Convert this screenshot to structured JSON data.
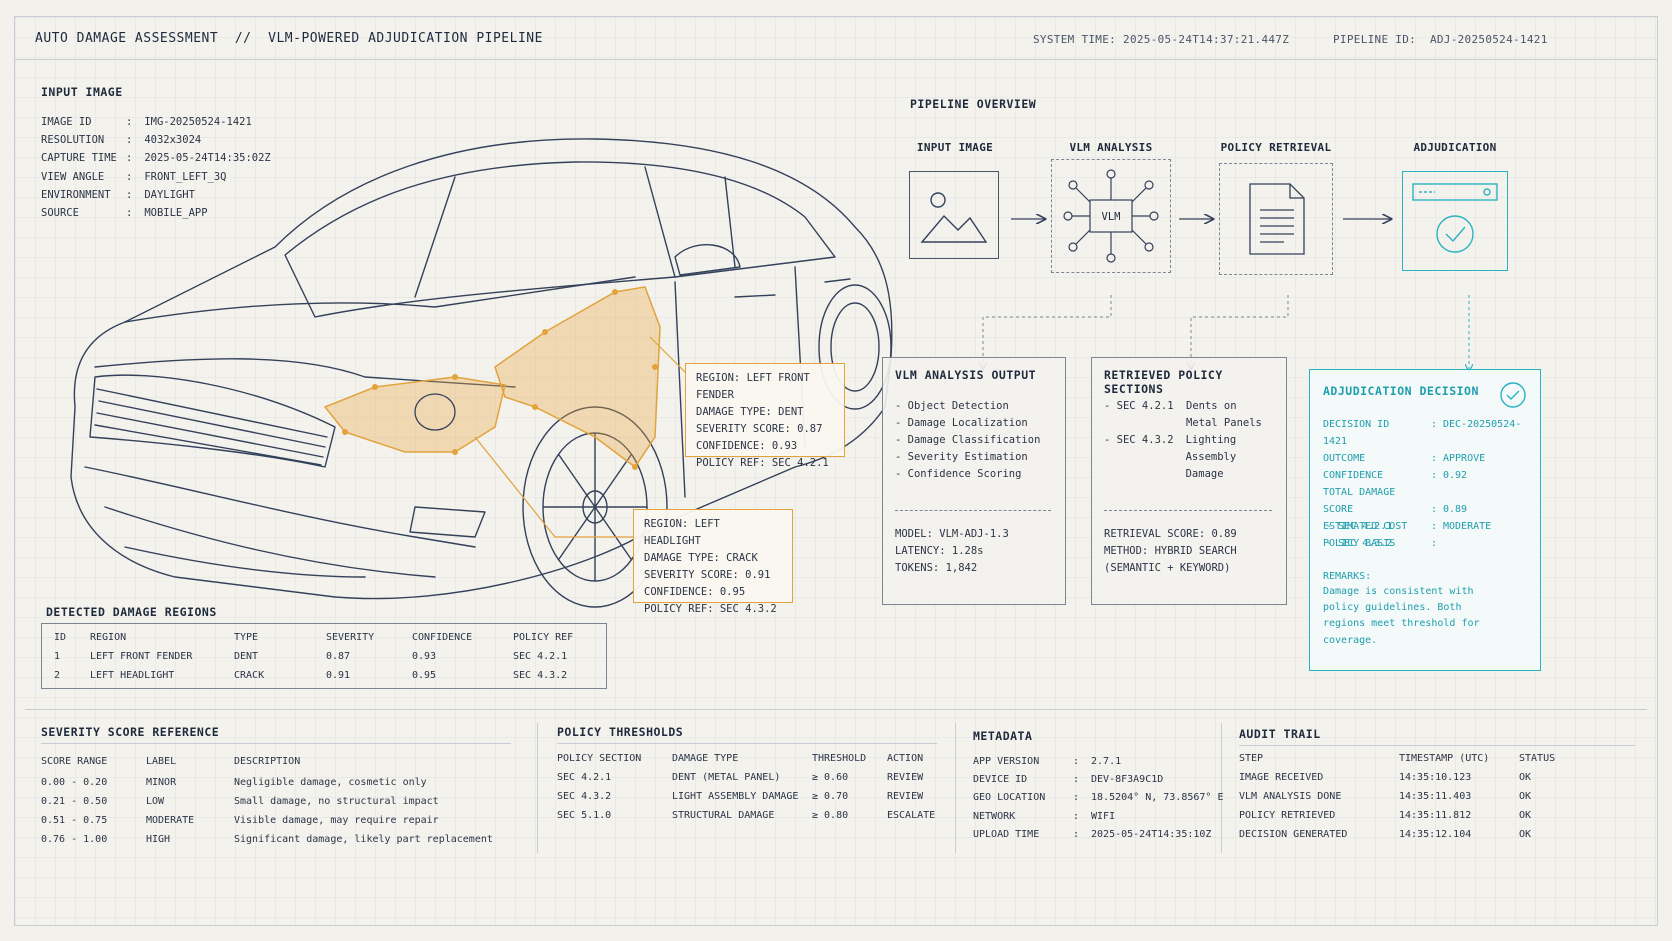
{
  "header": {
    "title": "AUTO DAMAGE ASSESSMENT  //  VLM-POWERED ADJUDICATION PIPELINE",
    "system_time_label": "SYSTEM TIME:",
    "system_time": "2025-05-24T14:37:21.447Z",
    "pipeline_id_label": "PIPELINE ID:",
    "pipeline_id": "ADJ-20250524-1421"
  },
  "input_image": {
    "title": "INPUT IMAGE",
    "fields": [
      {
        "key": "IMAGE ID",
        "value": "IMG-20250524-1421"
      },
      {
        "key": "RESOLUTION",
        "value": "4032x3024"
      },
      {
        "key": "CAPTURE TIME",
        "value": "2025-05-24T14:35:02Z"
      },
      {
        "key": "VIEW ANGLE",
        "value": "FRONT_LEFT_3Q"
      },
      {
        "key": "ENVIRONMENT",
        "value": "DAYLIGHT"
      },
      {
        "key": "SOURCE",
        "value": "MOBILE_APP"
      }
    ]
  },
  "callouts": {
    "fender": [
      "REGION: LEFT FRONT FENDER",
      "DAMAGE TYPE: DENT",
      "SEVERITY SCORE: 0.87",
      "CONFIDENCE: 0.93",
      "POLICY REF: SEC 4.2.1"
    ],
    "headlight": [
      "REGION: LEFT HEADLIGHT",
      "DAMAGE TYPE: CRACK",
      "SEVERITY SCORE: 0.91",
      "CONFIDENCE: 0.95",
      "POLICY REF: SEC 4.3.2"
    ]
  },
  "detected_regions": {
    "title": "DETECTED DAMAGE REGIONS",
    "headers": [
      "ID",
      "REGION",
      "TYPE",
      "SEVERITY",
      "CONFIDENCE",
      "POLICY REF"
    ],
    "rows": [
      [
        "1",
        "LEFT FRONT FENDER",
        "DENT",
        "0.87",
        "0.93",
        "SEC 4.2.1"
      ],
      [
        "2",
        "LEFT HEADLIGHT",
        "CRACK",
        "0.91",
        "0.95",
        "SEC 4.3.2"
      ]
    ]
  },
  "pipeline": {
    "title": "PIPELINE OVERVIEW",
    "steps": [
      "INPUT IMAGE",
      "VLM ANALYSIS",
      "POLICY RETRIEVAL",
      "ADJUDICATION"
    ],
    "vlm_chip_label": "VLM"
  },
  "vlm_output": {
    "title": "VLM ANALYSIS OUTPUT",
    "items": [
      "- Object Detection",
      "- Damage Localization",
      "- Damage Classification",
      "- Severity Estimation",
      "- Confidence Scoring"
    ],
    "meta": [
      "MODEL: VLM-ADJ-1.3",
      "LATENCY: 1.28s",
      "TOKENS: 1,842"
    ]
  },
  "policy_sections": {
    "title": "RETRIEVED POLICY SECTIONS",
    "items": [
      {
        "sec": "- SEC 4.2.1",
        "lines": [
          "Dents on",
          "Metal Panels"
        ]
      },
      {
        "sec": "- SEC 4.3.2",
        "lines": [
          "Lighting",
          "Assembly Damage"
        ]
      }
    ],
    "meta": [
      "RETRIEVAL SCORE: 0.89",
      "METHOD: HYBRID SEARCH",
      "(SEMANTIC + KEYWORD)"
    ]
  },
  "decision": {
    "title": "ADJUDICATION DECISION",
    "fields": [
      {
        "key": "DECISION ID",
        "value": "DEC-20250524-1421"
      },
      {
        "key": "OUTCOME",
        "value": "APPROVE"
      },
      {
        "key": "CONFIDENCE",
        "value": "0.92"
      },
      {
        "key": "TOTAL DAMAGE SCORE",
        "value": "0.89"
      },
      {
        "key": "ESTIMATED COST",
        "value": "MODERATE"
      },
      {
        "key": "POLICY BASIS",
        "value": ""
      }
    ],
    "basis": [
      "- SEC 4.2.1",
      "- SEC 4.3.2"
    ],
    "remarks_label": "REMARKS:",
    "remarks": [
      "Damage is consistent with",
      "policy guidelines. Both",
      "regions meet threshold for",
      "coverage."
    ]
  },
  "severity_ref": {
    "title": "SEVERITY SCORE REFERENCE",
    "headers": [
      "SCORE RANGE",
      "LABEL",
      "DESCRIPTION"
    ],
    "rows": [
      [
        "0.00 - 0.20",
        "MINOR",
        "Negligible damage, cosmetic only"
      ],
      [
        "0.21 - 0.50",
        "LOW",
        "Small damage, no structural impact"
      ],
      [
        "0.51 - 0.75",
        "MODERATE",
        "Visible damage, may require repair"
      ],
      [
        "0.76 - 1.00",
        "HIGH",
        "Significant damage, likely part replacement"
      ]
    ]
  },
  "thresholds": {
    "title": "POLICY THRESHOLDS",
    "headers": [
      "POLICY SECTION",
      "DAMAGE TYPE",
      "THRESHOLD",
      "ACTION"
    ],
    "rows": [
      [
        "SEC 4.2.1",
        "DENT (METAL PANEL)",
        "≥ 0.60",
        "REVIEW"
      ],
      [
        "SEC 4.3.2",
        "LIGHT ASSEMBLY DAMAGE",
        "≥ 0.70",
        "REVIEW"
      ],
      [
        "SEC 5.1.0",
        "STRUCTURAL DAMAGE",
        "≥ 0.80",
        "ESCALATE"
      ]
    ]
  },
  "metadata": {
    "title": "METADATA",
    "fields": [
      {
        "key": "APP VERSION",
        "value": "2.7.1"
      },
      {
        "key": "DEVICE ID",
        "value": "DEV-8F3A9C1D"
      },
      {
        "key": "GEO LOCATION",
        "value": "18.5204° N, 73.8567° E"
      },
      {
        "key": "NETWORK",
        "value": "WIFI"
      },
      {
        "key": "UPLOAD TIME",
        "value": "2025-05-24T14:35:10Z"
      }
    ]
  },
  "audit": {
    "title": "AUDIT TRAIL",
    "headers": [
      "STEP",
      "TIMESTAMP (UTC)",
      "STATUS"
    ],
    "rows": [
      [
        "IMAGE RECEIVED",
        "14:35:10.123",
        "OK"
      ],
      [
        "VLM ANALYSIS DONE",
        "14:35:11.403",
        "OK"
      ],
      [
        "POLICY RETRIEVED",
        "14:35:11.812",
        "OK"
      ],
      [
        "DECISION GENERATED",
        "14:35:12.104",
        "OK"
      ]
    ]
  },
  "colors": {
    "accent_orange": "#e2a33c",
    "accent_teal": "#1f9fae",
    "ink": "#2b3446"
  }
}
